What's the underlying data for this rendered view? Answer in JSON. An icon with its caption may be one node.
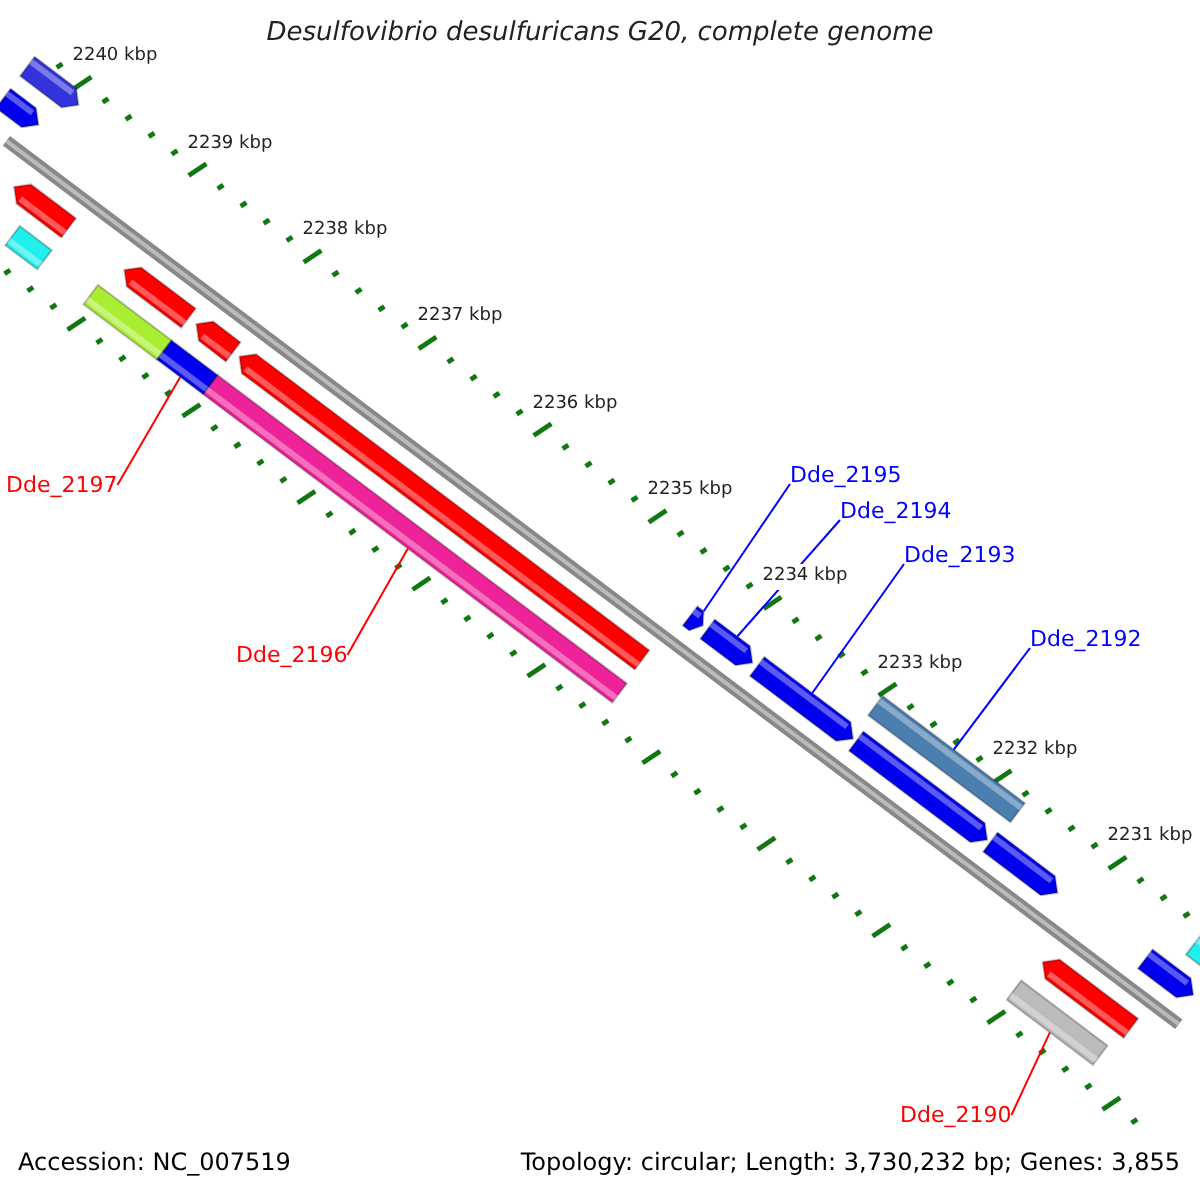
{
  "diagram": {
    "title": "Desulfovibrio desulfuricans G20, complete genome",
    "nodes": [
      {
        "text": [
          "Dde_2197"
        ]
      },
      {
        "text": [
          "Dde_2196"
        ]
      },
      {
        "text": [
          "Dde_2195"
        ]
      },
      {
        "text": [
          "Dde_2194"
        ]
      },
      {
        "text": [
          "Dde_2193"
        ]
      },
      {
        "text": [
          "Dde_2192"
        ]
      },
      {
        "text": [
          "Dde_2190"
        ]
      },
      {
        "text": [],
        "shape": "bar"
      },
      {
        "text": [],
        "shape": "bar"
      },
      {
        "text": [],
        "shape": "bar"
      },
      {
        "text": [],
        "shape": "bar"
      },
      {
        "text": [],
        "shape": "bar"
      },
      {
        "text": [],
        "shape": "bar"
      },
      {
        "text": [],
        "shape": "bar"
      },
      {
        "text": [],
        "shape": "bar"
      },
      {
        "text": [],
        "shape": "bar"
      },
      {
        "text": [],
        "shape": "bar"
      },
      {
        "text": [],
        "shape": "bar"
      },
      {
        "text": [],
        "shape": "bar"
      },
      {
        "text": [],
        "shape": "bar"
      },
      {
        "text": [],
        "shape": "bar"
      },
      {
        "text": [],
        "shape": "bar"
      },
      {
        "text": [],
        "shape": "bar"
      },
      {
        "text": [],
        "shape": "bar"
      },
      {
        "text": [],
        "shape": "bar"
      },
      {
        "text": [],
        "shape": "bar"
      },
      {
        "text": [],
        "shape": "bar"
      }
    ],
    "edges": [
      {
        "from": 0,
        "to": 13,
        "arrow": "none",
        "color": "#ff0000"
      },
      {
        "from": 1,
        "to": 15,
        "arrow": "none",
        "color": "#ff0000"
      },
      {
        "from": 2,
        "to": 17,
        "arrow": "none"
      },
      {
        "from": 3,
        "to": 18,
        "arrow": "none"
      },
      {
        "from": 4,
        "to": 19,
        "arrow": "none"
      },
      {
        "from": 5,
        "to": 20,
        "arrow": "none"
      },
      {
        "from": 6,
        "to": 23,
        "arrow": "none",
        "color": "#ff0000"
      }
    ],
    "labels": [
      "2240 kbp",
      "2239 kbp",
      "2238 kbp",
      "2237 kbp",
      "2236 kbp",
      "2235 kbp",
      "2234 kbp",
      "2233 kbp",
      "2232 kbp",
      "2231 kbp",
      "Accession: NC_007519",
      "Topology: circular; Length: 3,730,232 bp; Genes: 3,855"
    ]
  }
}
